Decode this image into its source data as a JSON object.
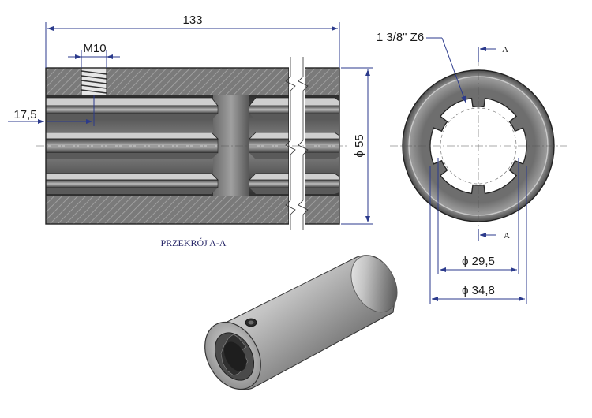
{
  "section_view": {
    "dimensions": {
      "total_length": "133",
      "thread": "M10",
      "thread_offset": "17,5",
      "outer_diameter": "ϕ 55"
    },
    "caption": "PRZEKRÓJ A-A"
  },
  "end_view": {
    "spline_label": "1 3/8\" Z6",
    "section_mark_top": "A",
    "section_mark_bottom": "A",
    "dimensions": {
      "inner_diameter": "ϕ  29,5",
      "spline_diameter": "ϕ  34,8"
    }
  },
  "colors": {
    "dimension_line": "#2b3a8c",
    "metal_dark": "#3c3c3c",
    "metal_mid": "#8a8a8a",
    "metal_light": "#d8d8d8"
  }
}
